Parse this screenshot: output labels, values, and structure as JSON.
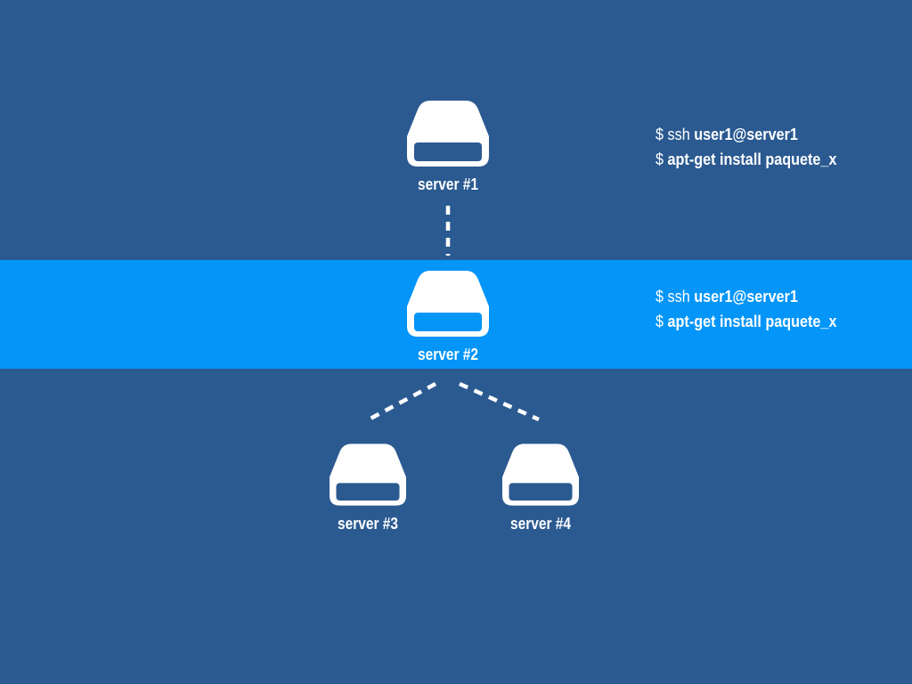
{
  "colors": {
    "background": "#2b5a91",
    "highlight_band": "#0495f8",
    "foreground": "#ffffff"
  },
  "servers": [
    {
      "label": "server #1",
      "icon": "hard-drive-icon"
    },
    {
      "label": "server #2",
      "icon": "hard-drive-icon"
    },
    {
      "label": "server #3",
      "icon": "hard-drive-icon"
    },
    {
      "label": "server #4",
      "icon": "hard-drive-icon"
    }
  ],
  "connections": [
    {
      "from": "server #1",
      "to": "server #2"
    },
    {
      "from": "server #2",
      "to": "server #3"
    },
    {
      "from": "server #2",
      "to": "server #4"
    }
  ],
  "commands": [
    {
      "server": "server #1",
      "line1_prefix": "$ ssh ",
      "line1_target": "user1@server1",
      "line2_prefix": "$ ",
      "line2_command": "apt-get install paquete_x"
    },
    {
      "server": "server #2",
      "line1_prefix": "$ ssh ",
      "line1_target": "user1@server1",
      "line2_prefix": "$ ",
      "line2_command": "apt-get install paquete_x"
    }
  ]
}
